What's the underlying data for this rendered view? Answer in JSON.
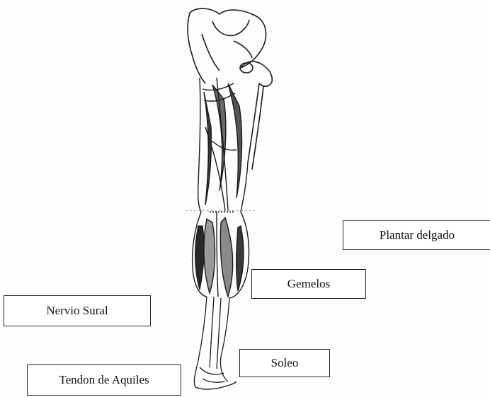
{
  "labels": {
    "plantar_delgado": "Plantar delgado",
    "gemelos": "Gemelos",
    "nervio_sural": "Nervio Sural",
    "soleo": "Soleo",
    "tendon_de_aquiles": "Tendon de Aquiles"
  },
  "colors": {
    "background": "#fdfdfb",
    "ink": "#1a1a1a",
    "muscle_dark": "#3a3a3a"
  }
}
